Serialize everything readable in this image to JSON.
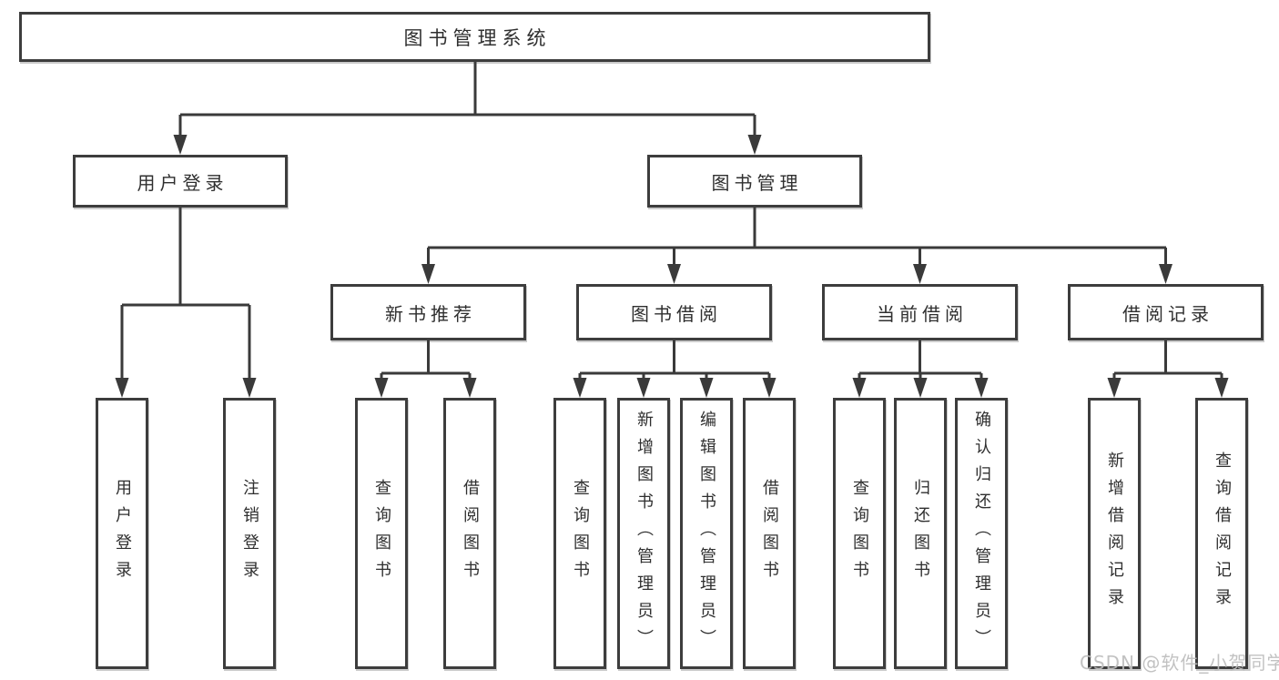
{
  "diagram": {
    "root": {
      "label": "图书管理系统"
    },
    "level2": [
      {
        "label": "用户登录"
      },
      {
        "label": "图书管理"
      }
    ],
    "level3": [
      {
        "label": "新书推荐"
      },
      {
        "label": "图书借阅"
      },
      {
        "label": "当前借阅"
      },
      {
        "label": "借阅记录"
      }
    ],
    "leaves": {
      "user_login": [
        "用户登录",
        "注销登录"
      ],
      "new_book": [
        "查询图书",
        "借阅图书"
      ],
      "book_borrow": [
        "查询图书",
        "新增图书（管理员）",
        "编辑图书（管理员）",
        "借阅图书"
      ],
      "current_borrow": [
        "查询图书",
        "归还图书",
        "确认归还（管理员）"
      ],
      "borrow_record": [
        "新增借阅记录",
        "查询借阅记录"
      ]
    }
  },
  "watermark": {
    "text": "CSDN @软件_小贺同学"
  },
  "colors": {
    "line": "#3a3a3a",
    "box_border": "#3d3d3d",
    "box_fill": "#ffffff",
    "text": "#2f2f2f",
    "background": "#ffffff",
    "watermark": "#bdbdbd"
  }
}
